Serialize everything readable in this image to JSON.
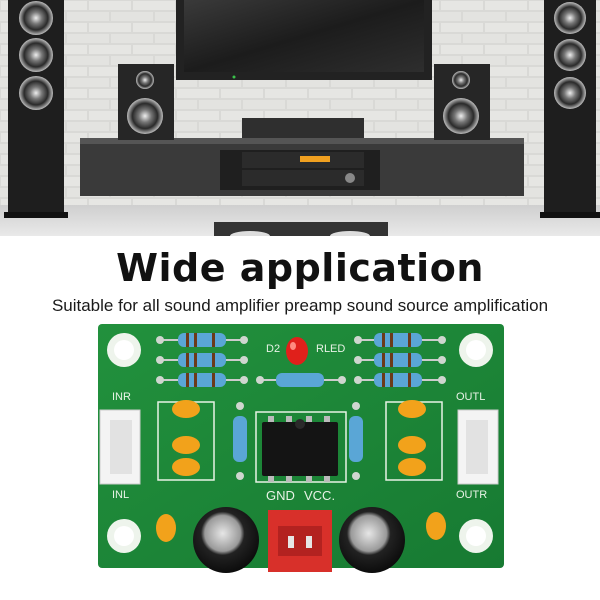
{
  "heading": {
    "title": "Wide application",
    "subtitle": "Suitable for all sound amplifier preamp sound source amplification"
  },
  "board_labels": {
    "d2": "D2",
    "rled": "RLED",
    "inr": "INR",
    "inl": "INL",
    "outl": "OUTL",
    "outr": "OUTR",
    "gnd": "GND",
    "vcc": "VCC."
  },
  "colors": {
    "pcb_green": "#1f8a3a",
    "capacitor_orange": "#f2a21b",
    "connector_red": "#d8302a",
    "led_red": "#e0201b"
  }
}
